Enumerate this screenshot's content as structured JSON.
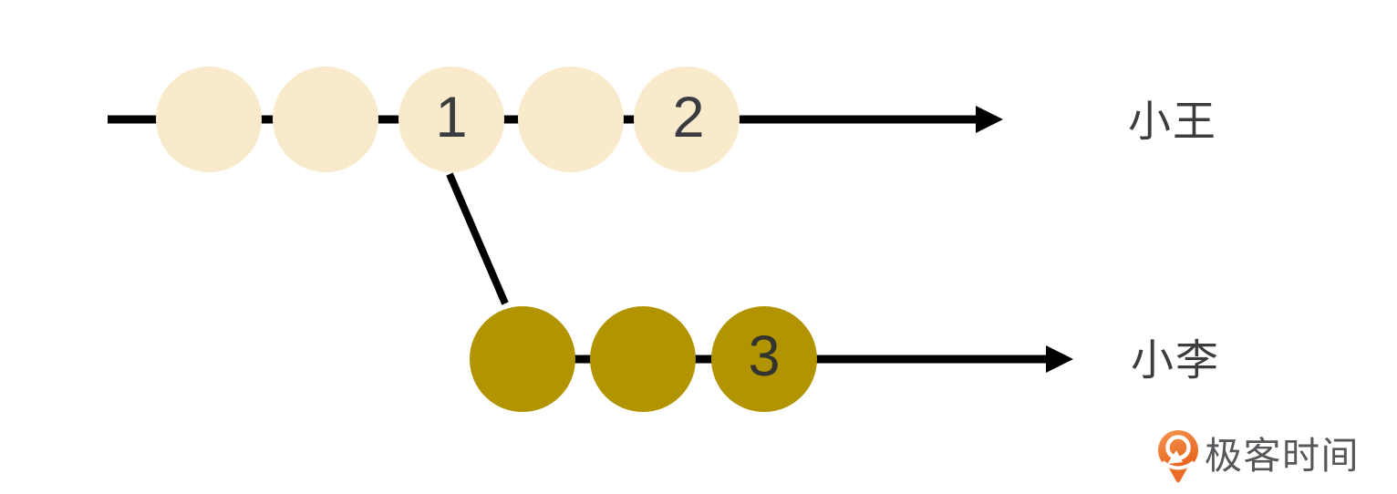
{
  "diagram": {
    "top_branch": {
      "label": "小王",
      "node_labels": [
        "",
        "",
        "1",
        "",
        "2"
      ],
      "node_color": "#FAEACC"
    },
    "bottom_branch": {
      "label": "小李",
      "node_labels": [
        "",
        "",
        "3"
      ],
      "node_color": "#B19400"
    },
    "line_color": "#000000",
    "number_color": "#3B3C3F"
  },
  "logo": {
    "icon": "geektime-pin-icon",
    "icon_color": "#ED7430",
    "text": "极客时间",
    "text_color": "#56575A"
  }
}
